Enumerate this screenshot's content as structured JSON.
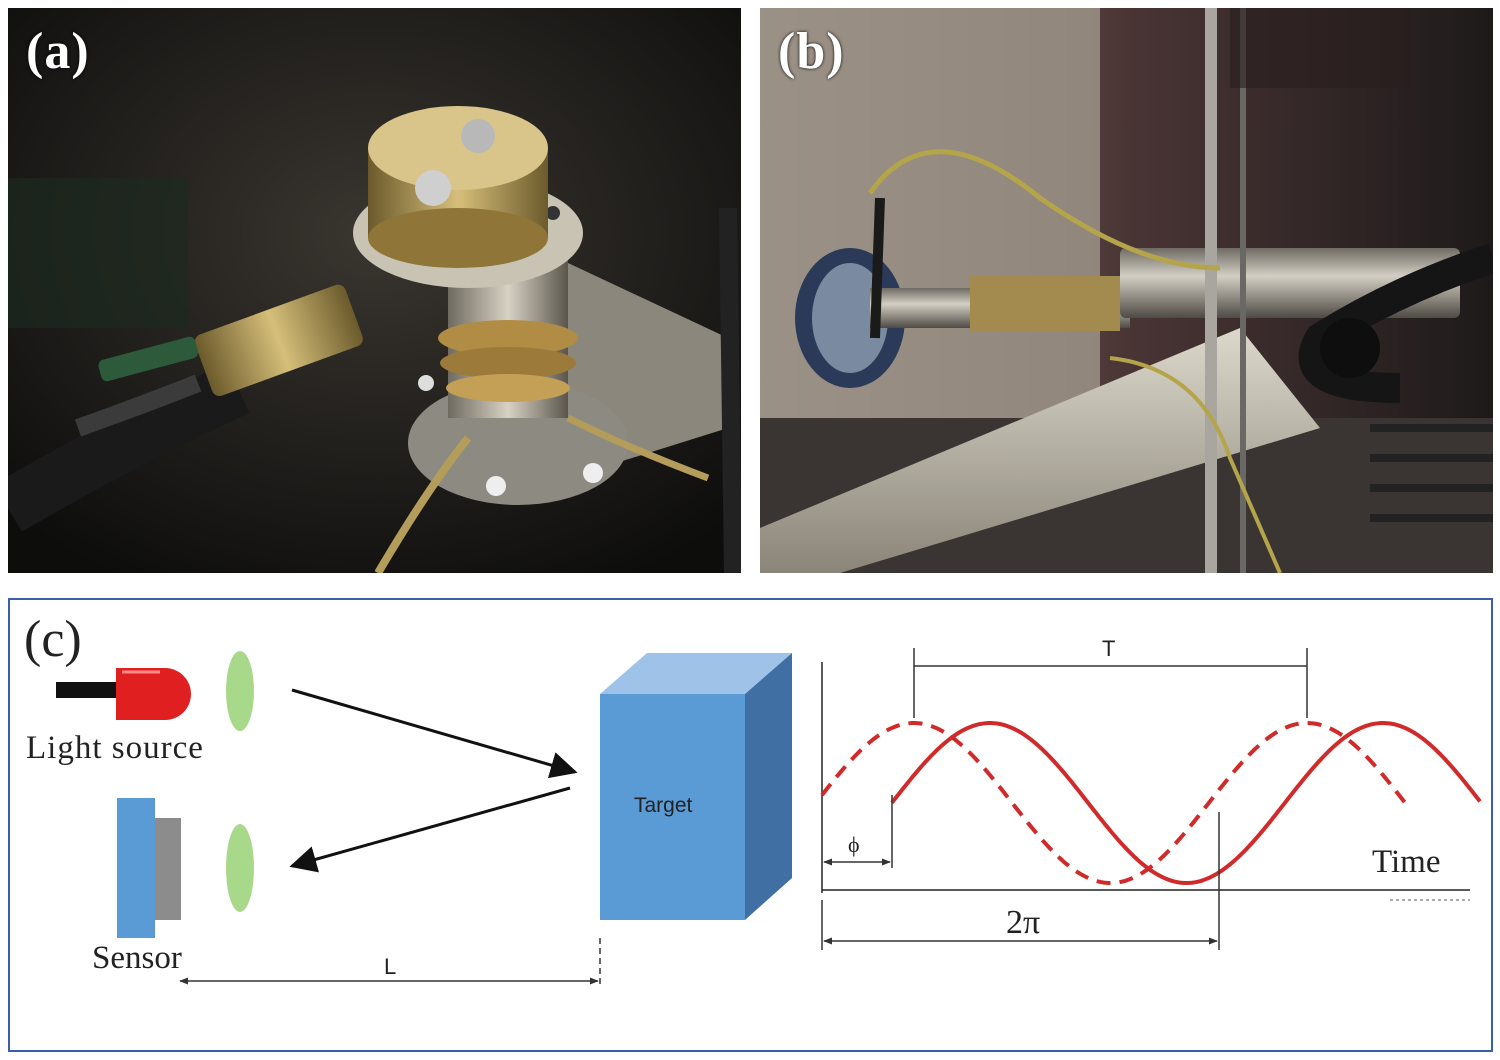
{
  "panels": {
    "a": {
      "label": "(a)"
    },
    "b": {
      "label": "(b)"
    },
    "c": {
      "label": "(c)"
    }
  },
  "diagram": {
    "light_source": "Light source",
    "sensor": "Sensor",
    "target": "Target",
    "distance": "L",
    "period": "T",
    "phase": "ϕ",
    "two_pi": "2π",
    "time_axis": "Time"
  },
  "colors": {
    "border": "#3a5ea8",
    "led_red": "#e02020",
    "lens_green": "#a8d88a",
    "target_blue": "#5b9bd5",
    "wave_red": "#d02a2a"
  }
}
